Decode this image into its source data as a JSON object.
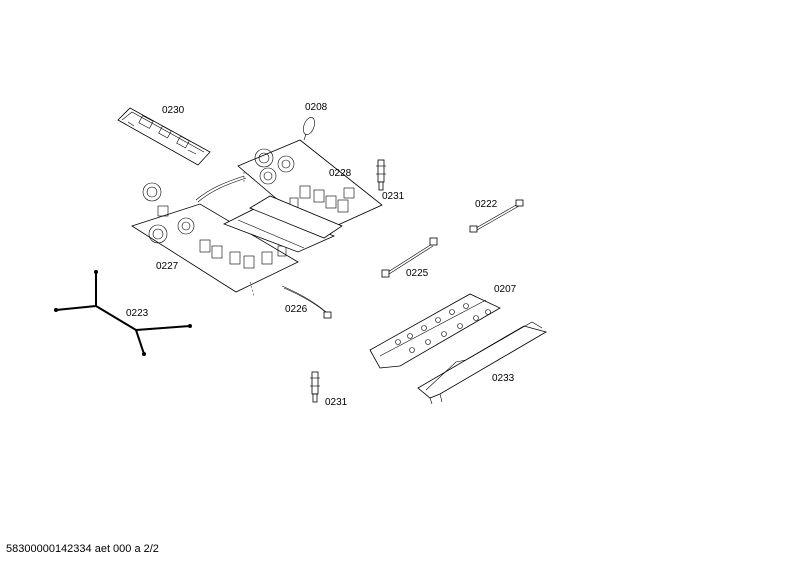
{
  "labels": {
    "l0230": "0230",
    "l0208": "0208",
    "l0228": "0228",
    "l0231a": "0231",
    "l0222": "0222",
    "l0227": "0227",
    "l0225": "0225",
    "l0207": "0207",
    "l0223": "0223",
    "l0226": "0226",
    "l0233": "0233",
    "l0231b": "0231"
  },
  "footer": "58300000142334 aet 000 a 2/2"
}
